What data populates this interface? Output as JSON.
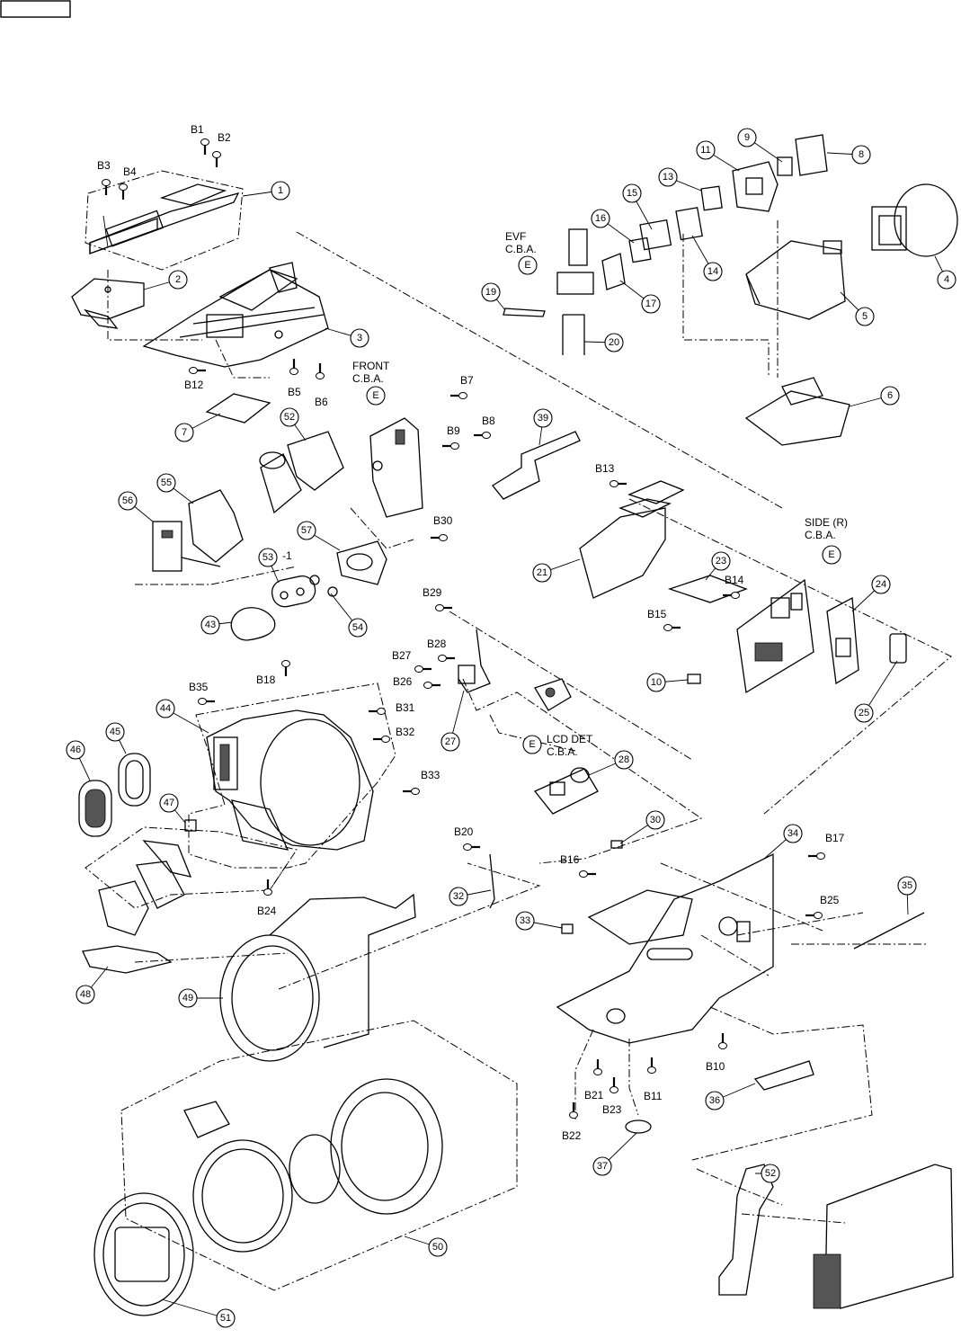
{
  "callouts": [
    "1",
    "2",
    "3",
    "4",
    "5",
    "6",
    "7",
    "8",
    "9",
    "11",
    "13",
    "14",
    "15",
    "16",
    "17",
    "19",
    "20",
    "21",
    "23",
    "24",
    "25",
    "10",
    "27",
    "28",
    "30",
    "32",
    "33",
    "34",
    "35",
    "36",
    "37",
    "39",
    "43",
    "44",
    "45",
    "46",
    "47",
    "48",
    "49",
    "50",
    "51",
    "52",
    "52",
    "53",
    "54",
    "55",
    "56",
    "57"
  ],
  "screws": [
    "B1",
    "B2",
    "B3",
    "B4",
    "B5",
    "B6",
    "B7",
    "B8",
    "B9",
    "B10",
    "B11",
    "B12",
    "B13",
    "B14",
    "B15",
    "B16",
    "B17",
    "B18",
    "B20",
    "B21",
    "B22",
    "B23",
    "B24",
    "B25",
    "B26",
    "B27",
    "B28",
    "B29",
    "B30",
    "B31",
    "B32",
    "B33",
    "B35"
  ],
  "boards": {
    "evf": [
      "EVF",
      "C.B.A."
    ],
    "front": [
      "FRONT",
      "C.B.A."
    ],
    "side": [
      "SIDE (R)",
      "C.B.A."
    ],
    "lcd": [
      "LCD DET",
      "C.B.A."
    ],
    "marker": "E"
  },
  "suffix_52": "-1",
  "icons": [
    "screw-icon",
    "circle-callout-icon",
    "dash-dot-leader-icon"
  ]
}
